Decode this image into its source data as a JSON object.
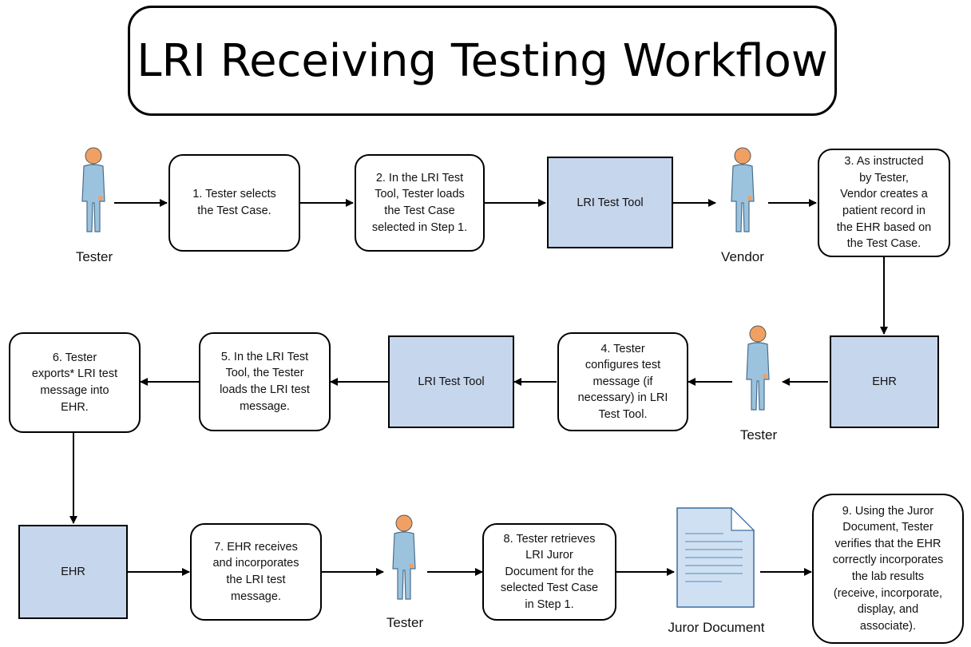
{
  "title": "LRI Receiving Testing Workflow",
  "actors": {
    "tester_1": "Tester",
    "vendor": "Vendor",
    "tester_2": "Tester",
    "tester_3": "Tester"
  },
  "steps": {
    "s1": "1. Tester selects\nthe Test Case.",
    "s2": "2. In the LRI Test\nTool, Tester loads\nthe Test Case\nselected in Step 1.",
    "s3": "3. As instructed\nby Tester,\nVendor creates a\npatient record in\nthe EHR based on\nthe Test Case.",
    "s4": "4. Tester\nconfigures test\nmessage (if\nnecessary) in LRI\nTest Tool.",
    "s5": "5. In the LRI Test\nTool, the Tester\nloads the LRI test\nmessage.",
    "s6": "6. Tester\nexports* LRI test\nmessage into\nEHR.",
    "s7": "7. EHR receives\nand incorporates\nthe LRI test\nmessage.",
    "s8": "8. Tester retrieves\nLRI Juror\nDocument for the\nselected Test Case\nin Step 1.",
    "s9": "9. Using the Juror\nDocument, Tester\nverifies that the EHR\ncorrectly incorporates\nthe lab results\n(receive, incorporate,\ndisplay, and\nassociate)."
  },
  "systems": {
    "lri_tool_1": "LRI Test Tool",
    "lri_tool_2": "LRI Test Tool",
    "ehr_1": "EHR",
    "ehr_2": "EHR"
  },
  "document": {
    "label": "Juror Document"
  },
  "colors": {
    "system_fill": "#c6d6ec",
    "person_body": "#9cc3de",
    "person_head": "#f0a063",
    "document_fill": "#cfe0f2"
  }
}
